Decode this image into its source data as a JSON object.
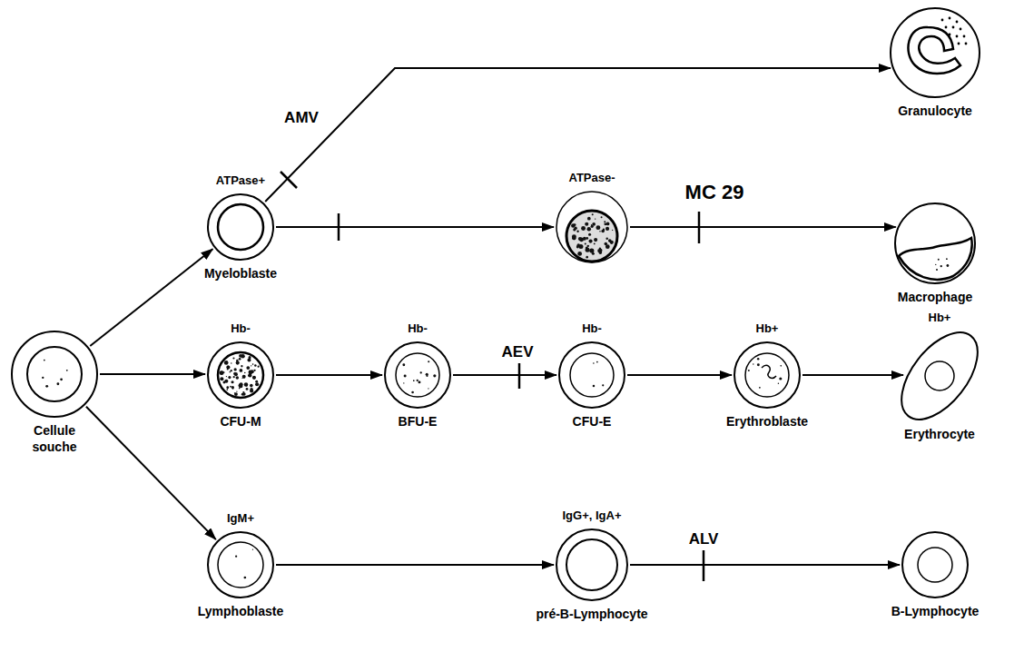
{
  "diagram": {
    "nodes": [
      {
        "text": [
          "Cellule souche"
        ]
      },
      {
        "text": [
          "ATPase+",
          "Myeloblaste"
        ]
      },
      {
        "text": [
          "ATPase-"
        ]
      },
      {
        "text": [
          "Granulocyte"
        ]
      },
      {
        "text": [
          "Macrophage"
        ]
      },
      {
        "text": [
          "Hb-",
          "CFU-M"
        ]
      },
      {
        "text": [
          "Hb-",
          "BFU-E"
        ]
      },
      {
        "text": [
          "Hb-",
          "CFU-E"
        ]
      },
      {
        "text": [
          "Hb+",
          "Erythroblaste"
        ]
      },
      {
        "text": [
          "Hb+",
          "Erythrocyte"
        ]
      },
      {
        "text": [
          "IgM+",
          "Lymphoblaste"
        ]
      },
      {
        "text": [
          "IgG+, IgA+",
          "pré-B-Lymphocyte"
        ]
      },
      {
        "text": [
          "B-Lymphocyte"
        ]
      }
    ],
    "edges": [
      {
        "from": 0,
        "to": 1,
        "arrow": "to"
      },
      {
        "from": 0,
        "to": 5,
        "arrow": "to"
      },
      {
        "from": 0,
        "to": 10,
        "arrow": "to"
      },
      {
        "from": 1,
        "to": 3,
        "label": "AMV",
        "arrow": "to"
      },
      {
        "from": 1,
        "to": 2,
        "arrow": "to"
      },
      {
        "from": 2,
        "to": 4,
        "label": "MC 29",
        "arrow": "to"
      },
      {
        "from": 5,
        "to": 6,
        "arrow": "to"
      },
      {
        "from": 6,
        "to": 7,
        "label": "AEV",
        "arrow": "to"
      },
      {
        "from": 7,
        "to": 8,
        "arrow": "to"
      },
      {
        "from": 8,
        "to": 9,
        "arrow": "to"
      },
      {
        "from": 10,
        "to": 11,
        "arrow": "to"
      },
      {
        "from": 11,
        "to": 12,
        "label": "ALV",
        "arrow": "to"
      }
    ]
  }
}
